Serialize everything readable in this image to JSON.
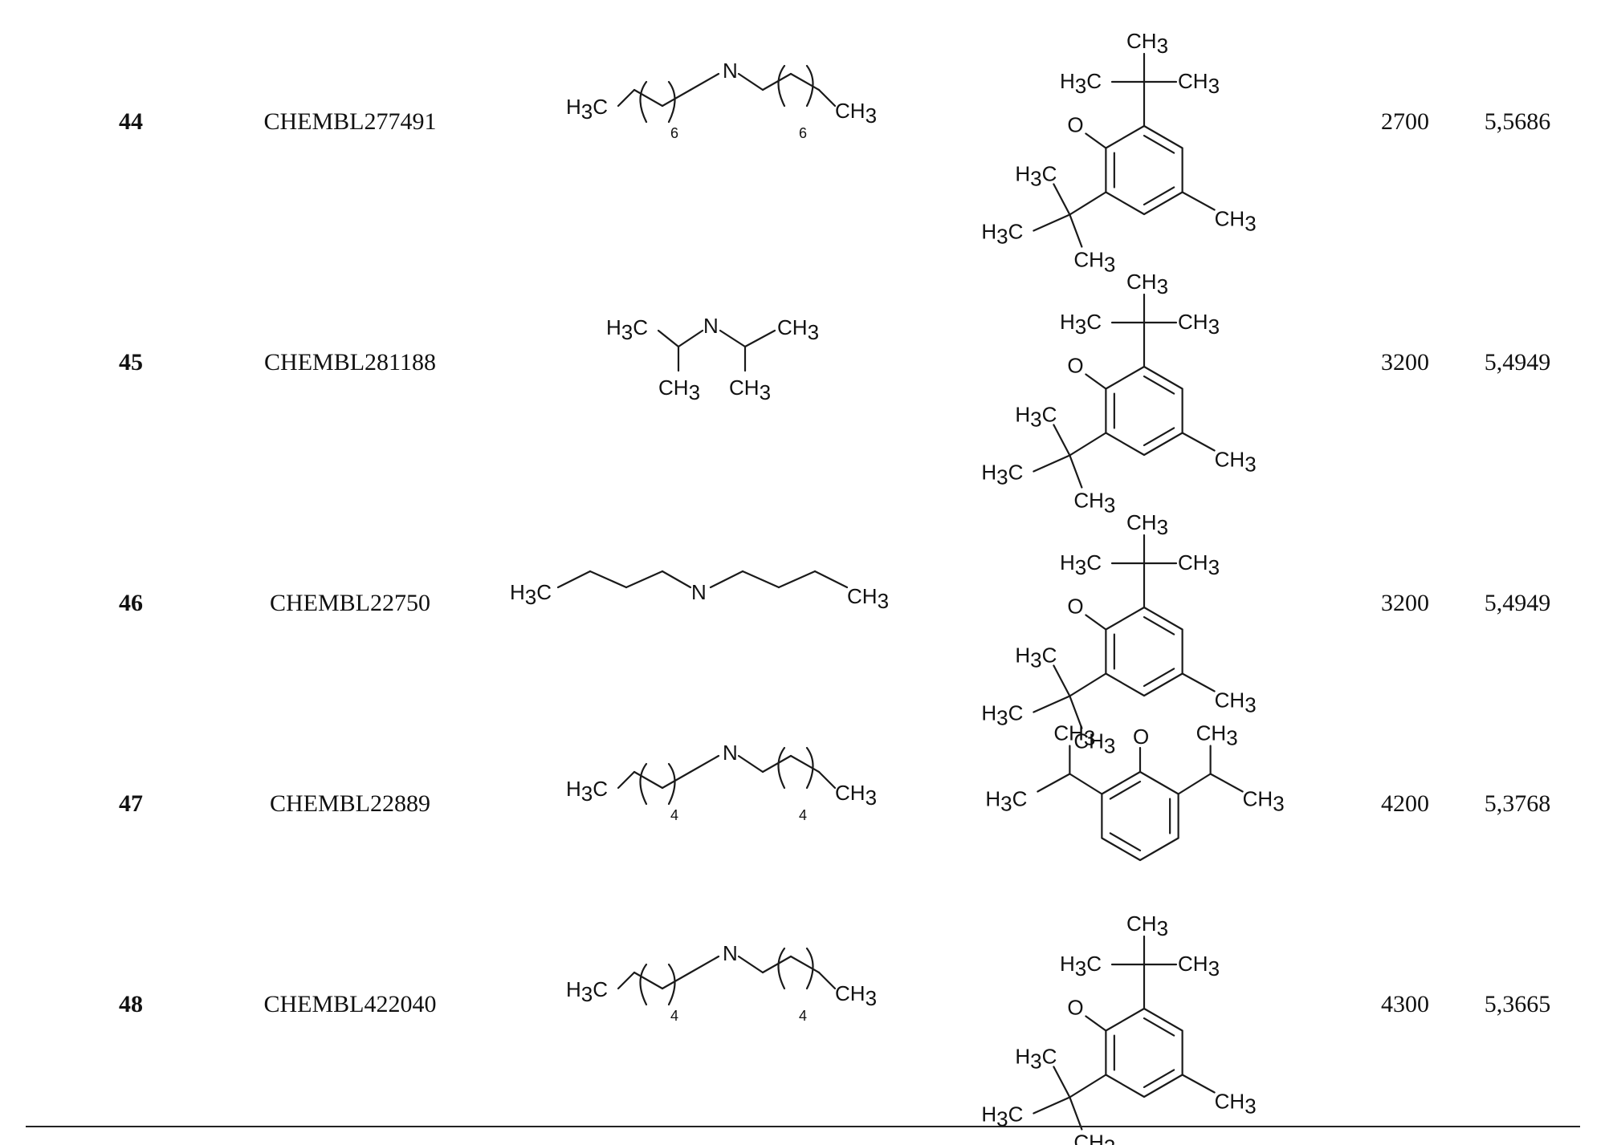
{
  "table": {
    "rows": [
      {
        "number": "44",
        "chembl_id": "CHEMBL277491",
        "amine": "dioctylamine",
        "amine_repeat": "6",
        "phenol": "tbu2-methylphenol",
        "value": "2700",
        "log_value": "5,5686"
      },
      {
        "number": "45",
        "chembl_id": "CHEMBL281188",
        "amine": "diisopropylamine",
        "amine_repeat": "",
        "phenol": "tbu2-methylphenol",
        "value": "3200",
        "log_value": "5,4949"
      },
      {
        "number": "46",
        "chembl_id": "CHEMBL22750",
        "amine": "dibutylamine",
        "amine_repeat": "",
        "phenol": "tbu2-methylphenol",
        "value": "3200",
        "log_value": "5,4949"
      },
      {
        "number": "47",
        "chembl_id": "CHEMBL22889",
        "amine": "dihexylamine",
        "amine_repeat": "4",
        "phenol": "diisopropylphenol",
        "value": "4200",
        "log_value": "5,3768"
      },
      {
        "number": "48",
        "chembl_id": "CHEMBL422040",
        "amine": "dihexylamine",
        "amine_repeat": "4",
        "phenol": "tbu2-methylphenol",
        "value": "4300",
        "log_value": "5,3665"
      }
    ]
  },
  "labels": {
    "h3c": "H3C",
    "ch3": "CH3",
    "n": "N",
    "o": "O"
  }
}
